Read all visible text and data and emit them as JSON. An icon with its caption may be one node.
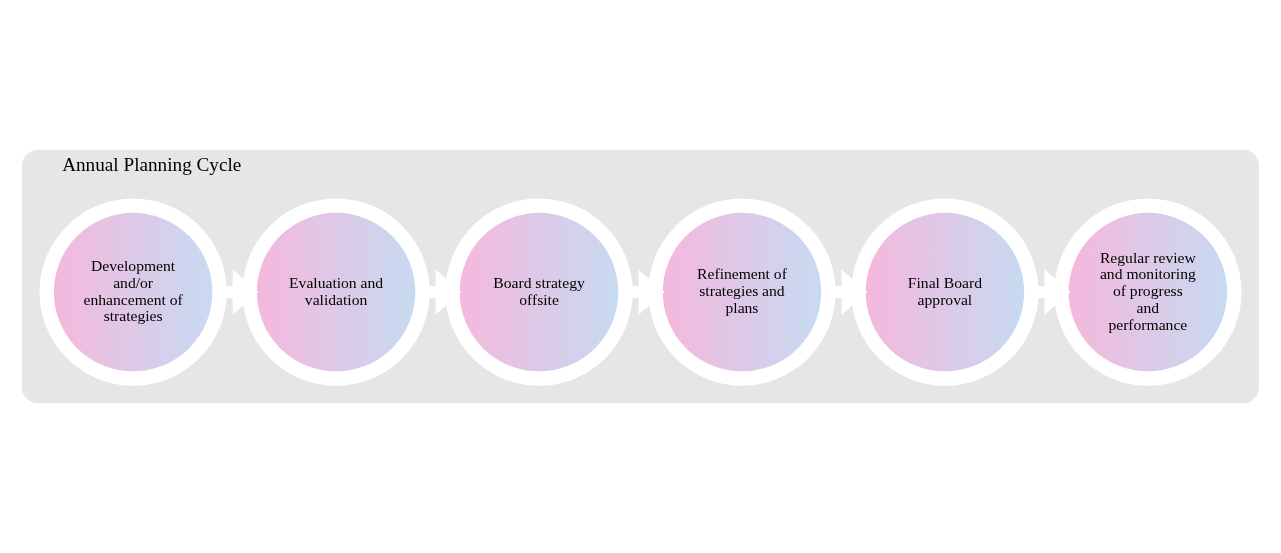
{
  "diagram": {
    "nodes": [
      {
        "text": [
          "Annual Planning Cycle"
        ]
      },
      {
        "text": [
          "Development and/or enhancement of strategies"
        ],
        "in": 0
      },
      {
        "text": [
          "Evaluation and validation"
        ],
        "in": 0
      },
      {
        "text": [
          "Board strategy offsite"
        ],
        "in": 0
      },
      {
        "text": [
          "Refinement of strategies and plans"
        ],
        "in": 0
      },
      {
        "text": [
          "Final Board approval"
        ],
        "in": 0
      },
      {
        "text": [
          "Regular review and monitoring of progress and performance"
        ],
        "in": 0
      }
    ],
    "edges": [
      {
        "from": 1,
        "to": 2,
        "arrow": "to"
      },
      {
        "from": 2,
        "to": 3,
        "arrow": "to"
      },
      {
        "from": 3,
        "to": 4,
        "arrow": "to"
      },
      {
        "from": 4,
        "to": 5,
        "arrow": "to"
      },
      {
        "from": 5,
        "to": 6,
        "arrow": "to"
      }
    ]
  }
}
